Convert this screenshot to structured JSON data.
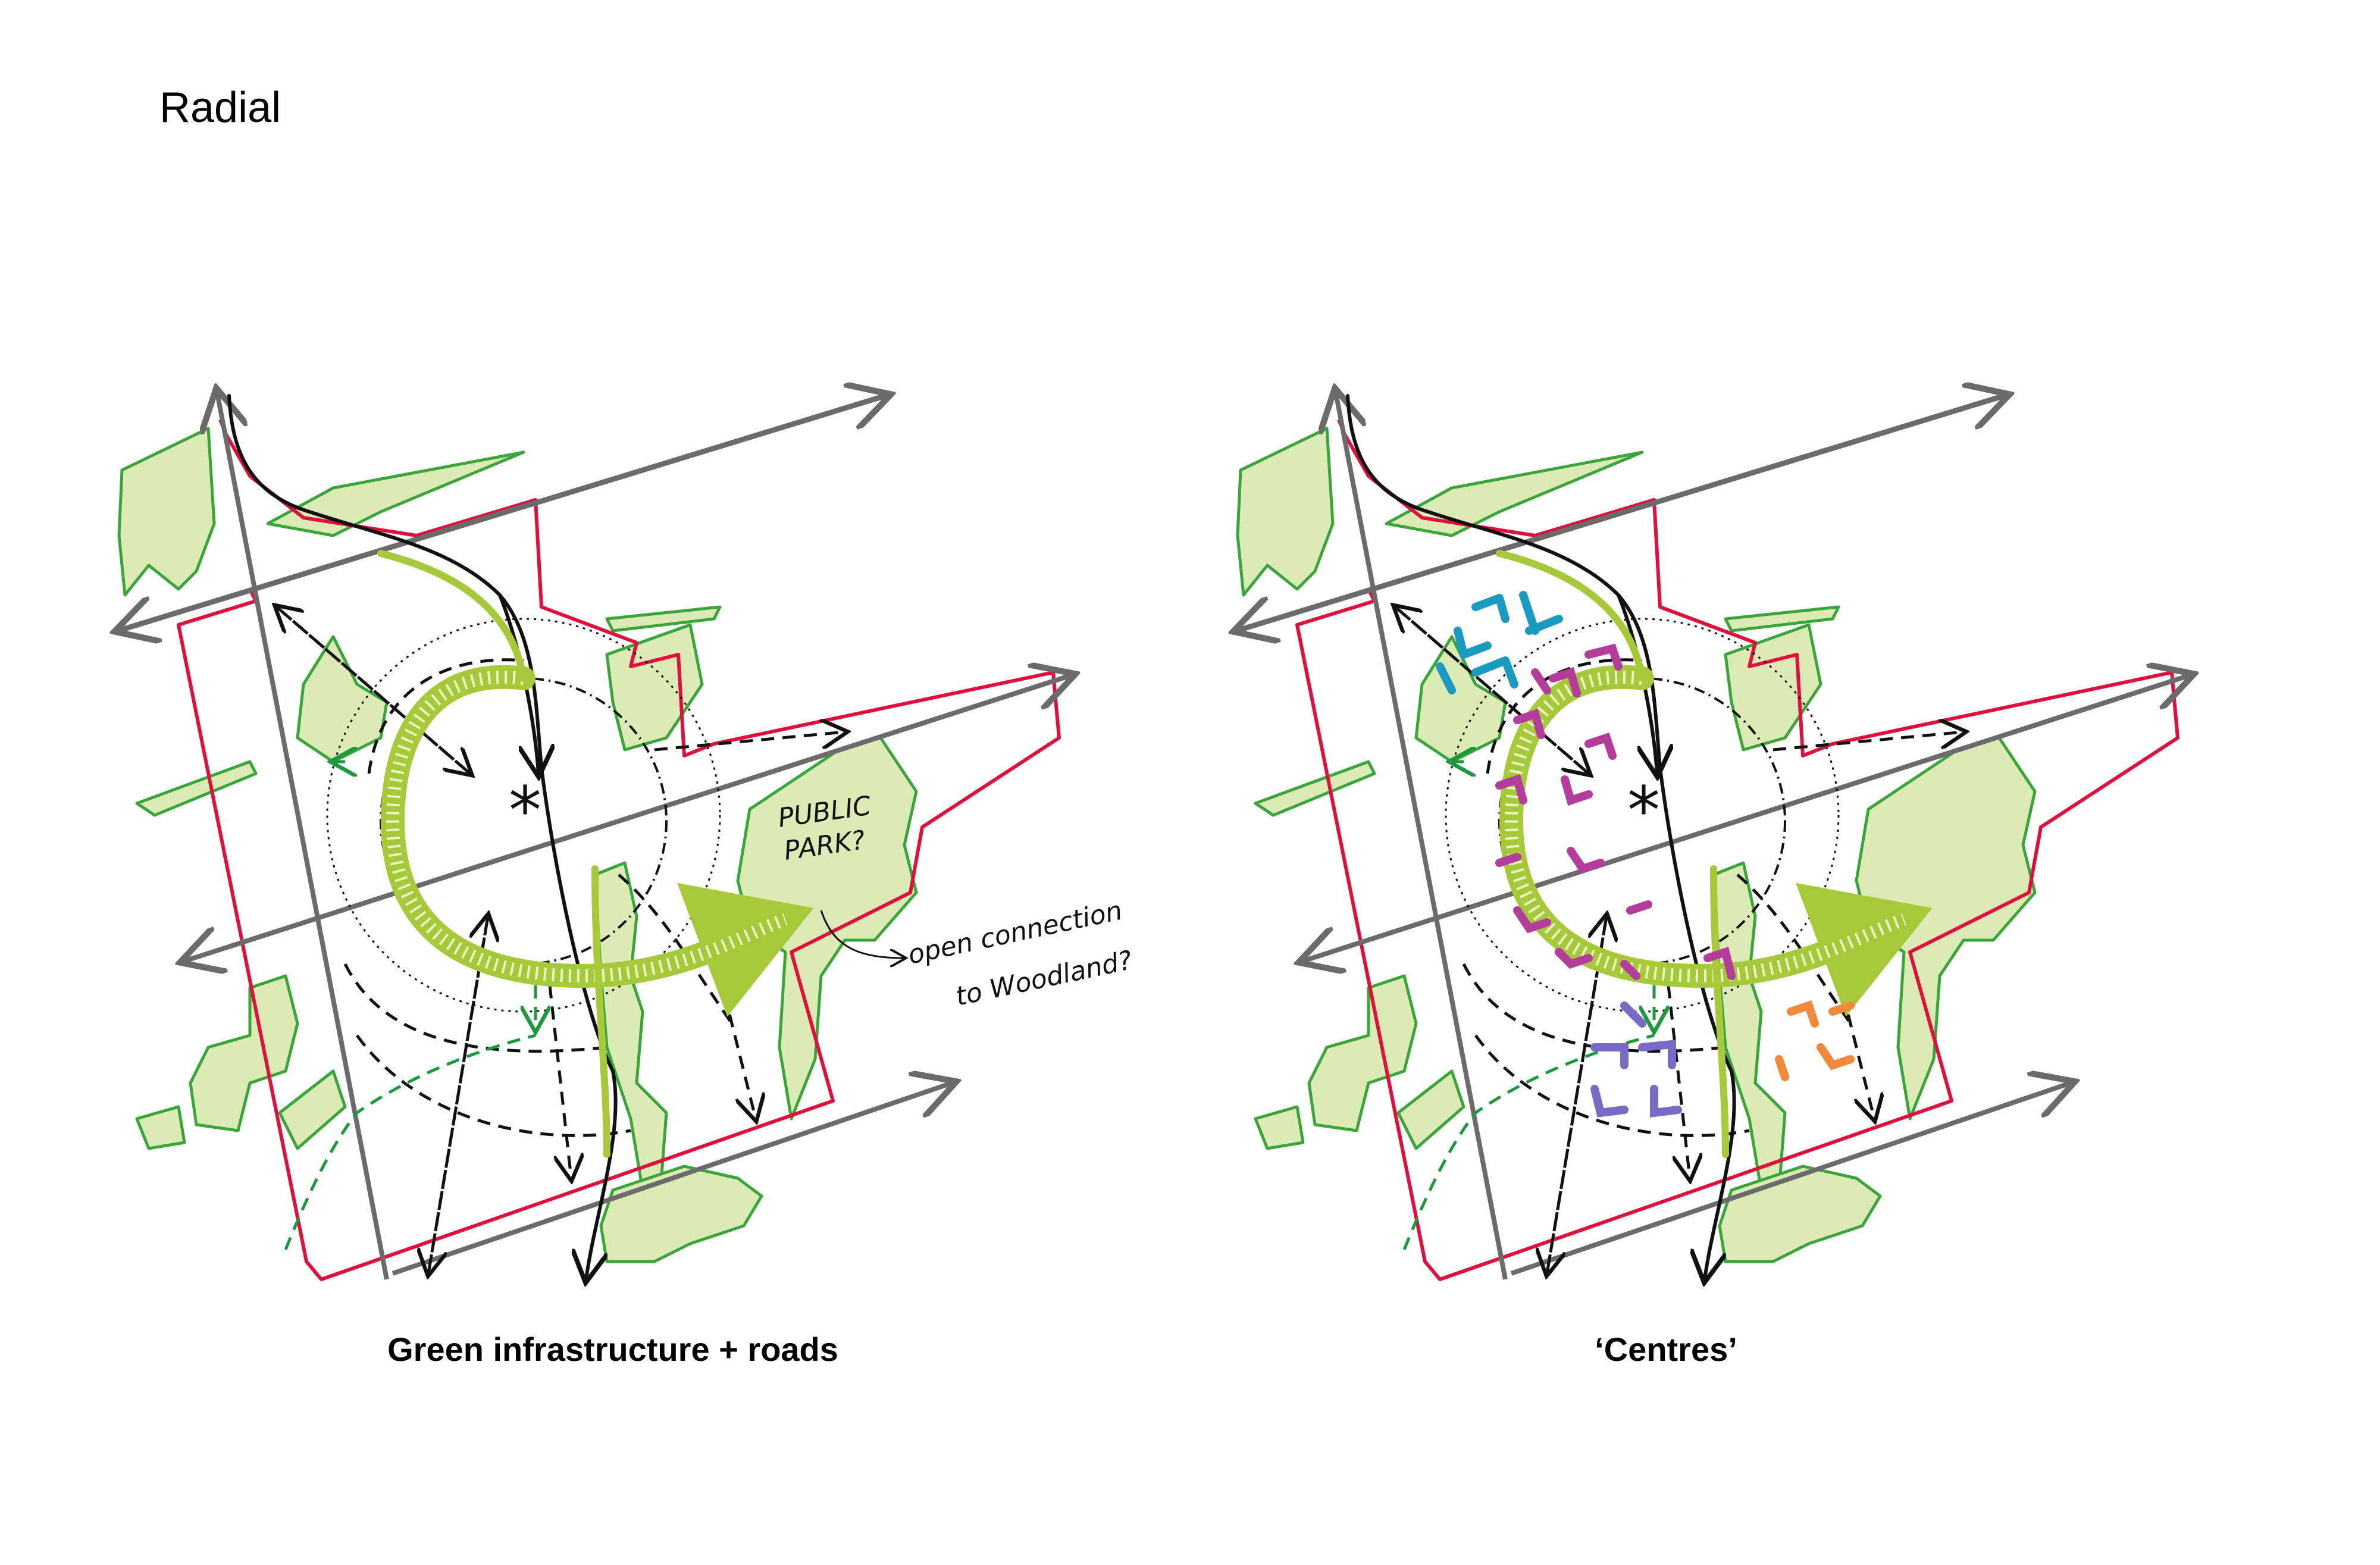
{
  "title": "Radial",
  "panels": [
    {
      "caption": "Green infrastructure + roads",
      "annotations": {
        "park_line1": "PUBLIC",
        "park_line2": "PARK?",
        "connection_line1": "open connection",
        "connection_line2": "to Woodland?"
      },
      "centre_symbol": "*"
    },
    {
      "caption": "‘Centres’",
      "centre_symbol": "*"
    }
  ],
  "colors": {
    "boundary": "#e0103c",
    "green_space": "#dcebb6",
    "green_outline": "#3aa63a",
    "green_corridor": "#a6c93a",
    "road": "#6b6b6b",
    "centre_cyan": "#1a9ac0",
    "centre_magenta": "#b43c9a",
    "centre_purple": "#7a6ac8",
    "centre_orange": "#f08a3a"
  }
}
